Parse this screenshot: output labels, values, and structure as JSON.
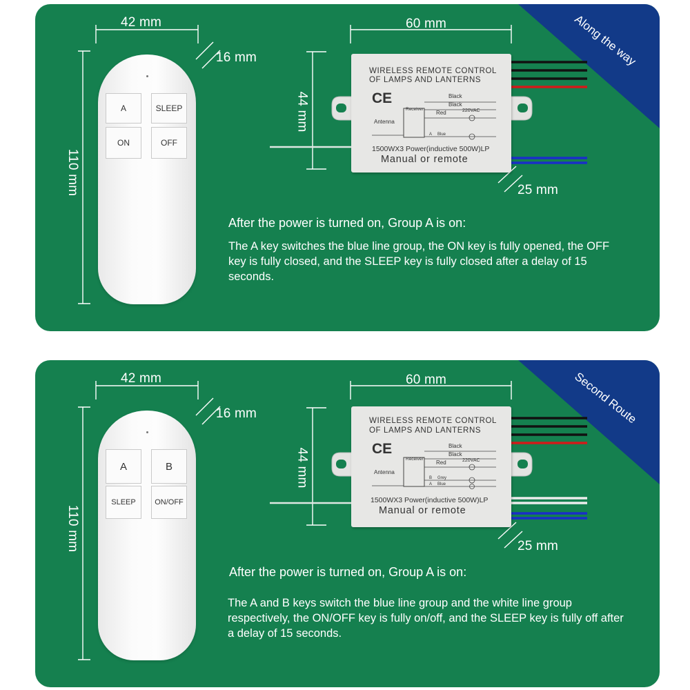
{
  "panels": [
    {
      "tag": "Along the way",
      "remote_width": "42 mm",
      "remote_depth": "16 mm",
      "remote_height": "110 mm",
      "module_width": "60 mm",
      "module_height": "44 mm",
      "wire_length": "25 mm",
      "remote_buttons": [
        "A",
        "SLEEP",
        "ON",
        "OFF"
      ],
      "module_title_line1": "WIRELESS REMOTE CONTROL",
      "module_title_line2": "OF LAMPS AND LANTERNS",
      "module_label_black1": "Black",
      "module_label_black2": "Black",
      "module_label_red": "Red",
      "module_label_voltage": "220VAC",
      "module_label_receiver": "Receiver",
      "module_label_antenna": "Antenna",
      "module_label_a": "A",
      "module_label_blue": "Blue",
      "module_spec": "1500WX3 Power(inductive 500W)LP",
      "module_mode": "Manual or remote",
      "heading": "After the power is turned on, Group A is on:",
      "body": "The A key switches the blue line group, the ON key is fully opened, the OFF key is fully closed, and the SLEEP key is fully closed after a delay of 15 seconds."
    },
    {
      "tag": "Second Route",
      "remote_width": "42 mm",
      "remote_depth": "16 mm",
      "remote_height": "110 mm",
      "module_width": "60 mm",
      "module_height": "44 mm",
      "wire_length": "25 mm",
      "remote_buttons": [
        "A",
        "B",
        "SLEEP",
        "ON/OFF"
      ],
      "module_title_line1": "WIRELESS REMOTE CONTROL",
      "module_title_line2": "OF LAMPS AND LANTERNS",
      "module_label_black1": "Black",
      "module_label_black2": "Black",
      "module_label_red": "Red",
      "module_label_voltage": "220VAC",
      "module_label_receiver": "Receiver",
      "module_label_antenna": "Antenna",
      "module_label_b": "B",
      "module_label_a": "A",
      "module_label_grey": "Grey",
      "module_label_blue": "Blue",
      "module_spec": "1500WX3 Power(inductive 500W)LP",
      "module_mode": "Manual or remote",
      "heading": "After the power is turned on, Group A is on:",
      "body": "The A and B keys switch the blue line group and the white line group respectively, the ON/OFF key is fully on/off, and the SLEEP key is fully off after a delay of 15 seconds."
    }
  ],
  "colors": {
    "panel_green": "#15804f",
    "ribbon_blue": "#123a88",
    "wire_black": "#111111",
    "wire_red": "#d11a1a",
    "wire_blue": "#1a2ec8",
    "wire_white": "#ececec"
  }
}
